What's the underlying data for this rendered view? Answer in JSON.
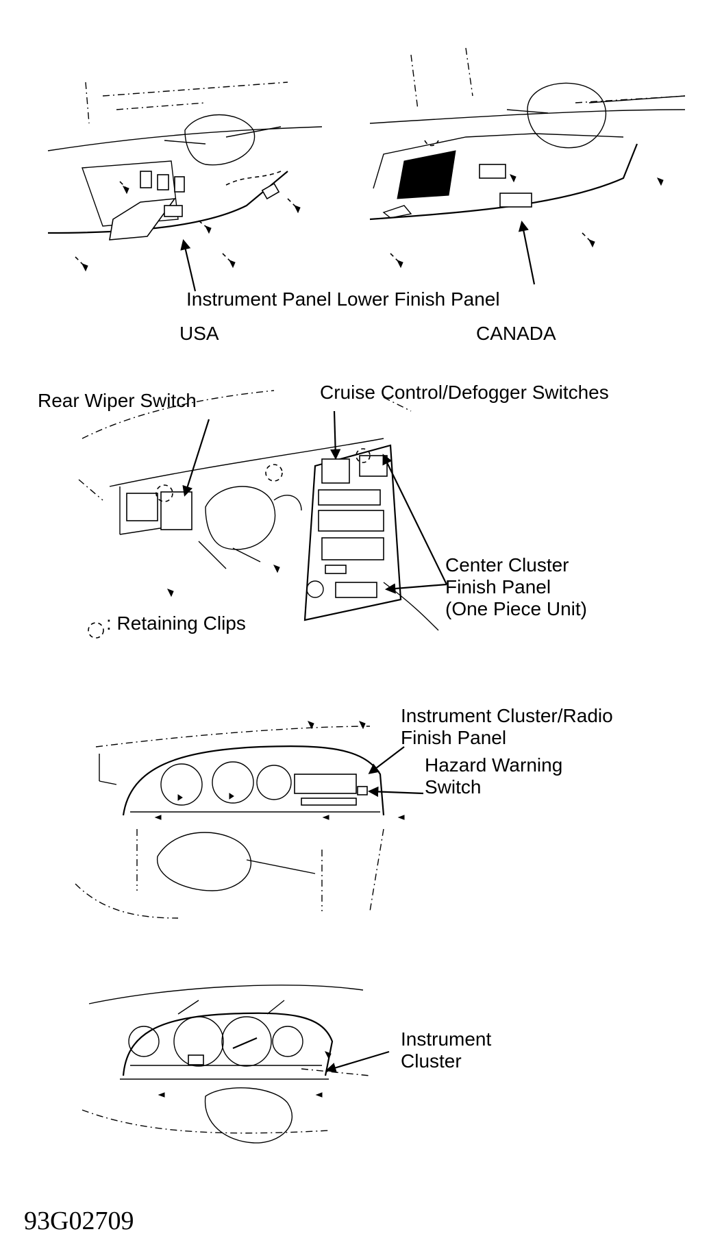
{
  "labels": {
    "lower_finish_panel": "Instrument Panel Lower Finish Panel",
    "usa": "USA",
    "canada": "CANADA",
    "rear_wiper_switch": "Rear Wiper Switch",
    "cruise_defogger": "Cruise Control/Defogger Switches",
    "center_cluster_1": "Center Cluster",
    "center_cluster_2": "Finish Panel",
    "center_cluster_3": "(One Piece Unit)",
    "retaining_clips": ": Retaining Clips",
    "instrument_radio_1": "Instrument Cluster/Radio",
    "instrument_radio_2": "Finish Panel",
    "hazard_1": "Hazard Warning",
    "hazard_2": "Switch",
    "instrument_cluster_1": "Instrument",
    "instrument_cluster_2": "Cluster"
  },
  "figure_code": "93G02709"
}
